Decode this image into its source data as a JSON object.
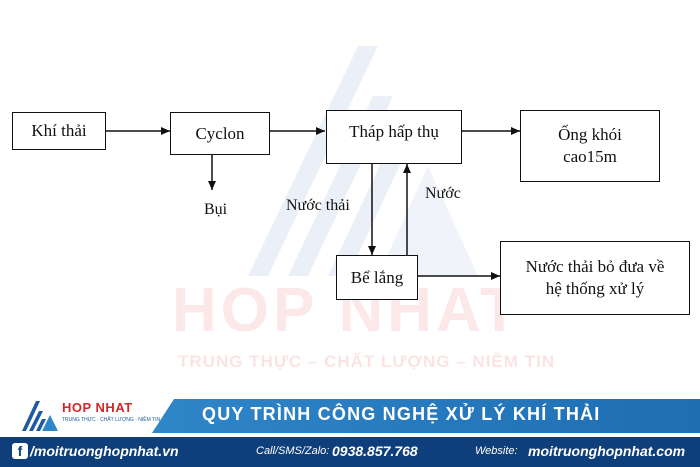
{
  "diagram": {
    "nodes": {
      "khi_thai": "Khí thải",
      "cyclon": "Cyclon",
      "thap_hap_thu": "Tháp hấp thụ",
      "ong_khoi": "Ống khói\ncao15m",
      "be_lang": "Bể lắng",
      "nuoc_thai_xu_ly": "Nước thải bỏ đưa về\nhệ thống xử lý"
    },
    "edge_labels": {
      "bui": "Bụi",
      "nuoc_thai": "Nước thải",
      "nuoc": "Nước"
    }
  },
  "watermark": {
    "brand": "HOP NHAT",
    "slogan": "TRUNG THỰC – CHẤT LƯỢNG – NIỀM TIN"
  },
  "footer": {
    "logo_brand": "HOP NHAT",
    "logo_slogan": "TRUNG THỰC · CHẤT LƯỢNG · NIỀM TIN",
    "title": "QUY TRÌNH CÔNG NGHỆ XỬ LÝ KHÍ THẢI",
    "fb_icon": "f",
    "fb_site": "/moitruonghopnhat.vn",
    "phone_label": "Call/SMS/Zalo:",
    "phone": "0938.857.768",
    "web_label": "Website:",
    "website": "moitruonghopnhat.com"
  },
  "colors": {
    "title_band": "#2a7fc4",
    "bottom_band": "#0f3f7a",
    "brand_red": "#d4262b"
  }
}
